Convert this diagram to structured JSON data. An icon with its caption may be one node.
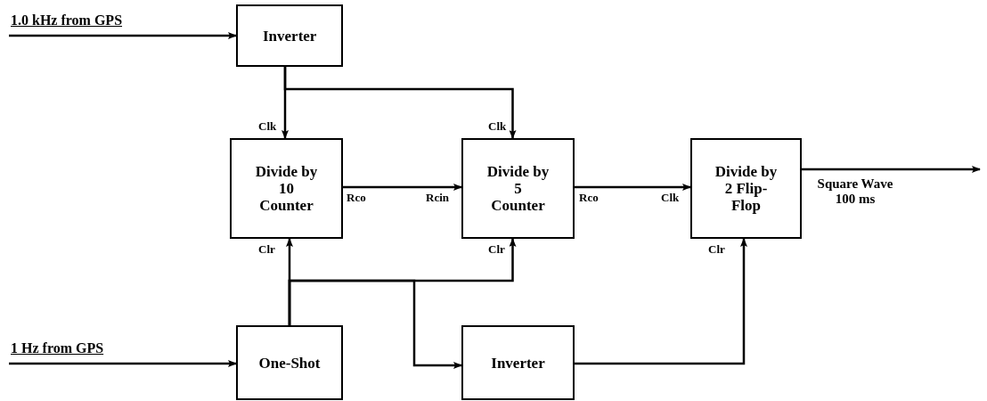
{
  "diagram": {
    "nodes": [
      {
        "text": [
          "Inverter"
        ]
      },
      {
        "text": [
          "Divide by 10 Counter"
        ]
      },
      {
        "text": [
          "Divide by 5 Counter"
        ]
      },
      {
        "text": [
          "Divide by 2 Flip-Flop"
        ]
      },
      {
        "text": [
          "One-Shot"
        ]
      },
      {
        "text": [
          "Inverter"
        ]
      }
    ],
    "edges": [
      {
        "from": null,
        "to": 0,
        "arrow": "to",
        "label": "1.0 kHz from GPS"
      },
      {
        "from": 0,
        "to": 1,
        "arrow": "to"
      },
      {
        "from": 0,
        "to": 2,
        "arrow": "to"
      },
      {
        "from": 1,
        "to": 2,
        "arrow": "to"
      },
      {
        "from": 2,
        "to": 3,
        "arrow": "to"
      },
      {
        "from": 3,
        "to": null,
        "arrow": "to",
        "label": "Square Wave 100 ms"
      },
      {
        "from": null,
        "to": 4,
        "arrow": "to",
        "label": "1 Hz from GPS"
      },
      {
        "from": 4,
        "to": 1,
        "arrow": "to"
      },
      {
        "from": 4,
        "to": 2,
        "arrow": "to"
      },
      {
        "from": 4,
        "to": 5,
        "arrow": "to"
      },
      {
        "from": 5,
        "to": 3,
        "arrow": "to"
      }
    ],
    "labels": [
      "Clk",
      "Clk",
      "Rco",
      "Rcin",
      "Rco",
      "Clk",
      "Clr",
      "Clr",
      "Clr"
    ]
  }
}
